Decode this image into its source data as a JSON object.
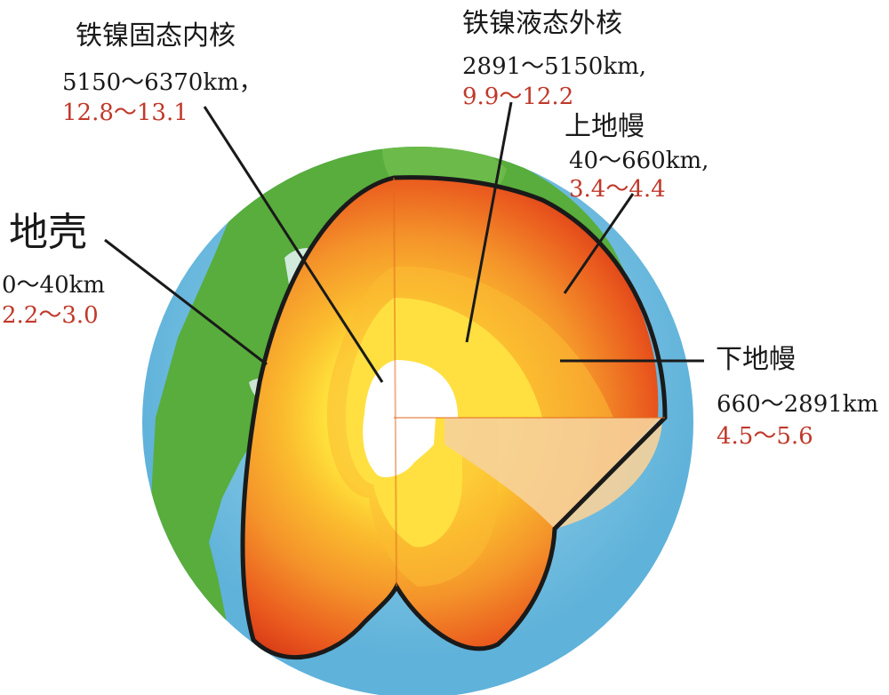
{
  "colors": {
    "ocean": "#7cc3e4",
    "land": "#58ad3c",
    "crust": "#d42a14",
    "upper_mantle": "#ef7a2a",
    "lower_mantle": "#f9b23c",
    "outer_core": "#ffe040",
    "inner_core": "#ffffff",
    "density_text": "#c0392b",
    "outline": "#1a1a1a"
  },
  "layers": {
    "inner_core": {
      "name": "铁镍固态内核",
      "range": "5150～6370km，",
      "density": "12.8～13.1"
    },
    "outer_core": {
      "name": "铁镍液态外核",
      "range": "2891～5150km,",
      "density": "9.9～12.2"
    },
    "upper_mantle": {
      "name": "上地幔",
      "range": "40～660km,",
      "density": "3.4～4.4"
    },
    "crust": {
      "name": "地壳",
      "range": "0～40km",
      "density": "2.2～3.0"
    },
    "lower_mantle": {
      "name": "下地幔",
      "range": "660～2891km",
      "density": "4.5～5.6"
    }
  }
}
